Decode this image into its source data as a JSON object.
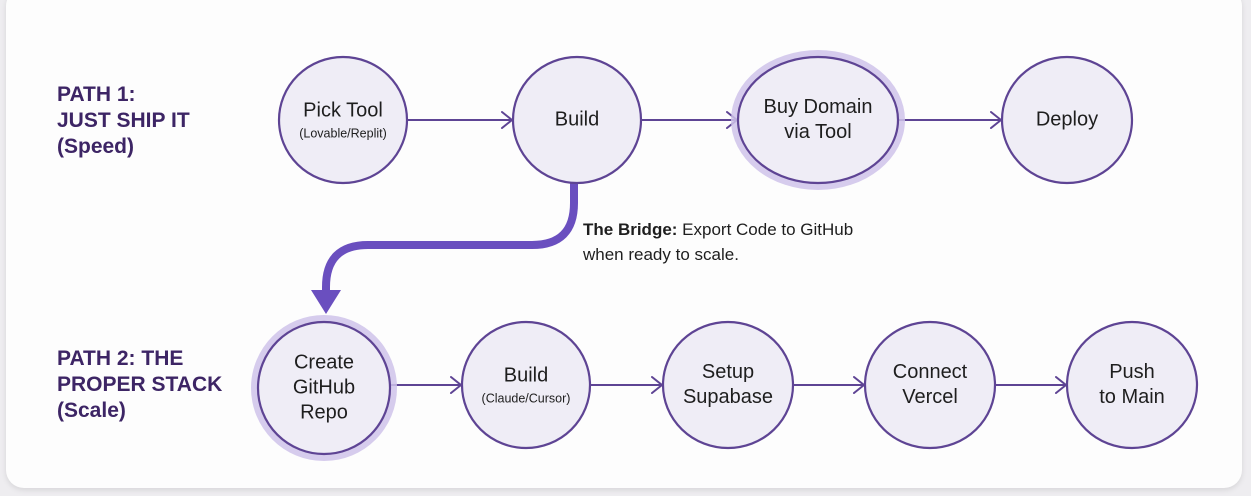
{
  "colors": {
    "accent": "#6a4fbf",
    "node_stroke": "#5e4494",
    "node_fill": "#efedf6",
    "halo": "#cfc3ea",
    "label_text": "#3d2565"
  },
  "path1": {
    "label_lines": [
      "PATH 1:",
      "JUST SHIP IT",
      "(Speed)"
    ],
    "nodes": [
      {
        "id": "pick-tool",
        "lines": [
          "Pick Tool"
        ],
        "sub": "(Lovable/Replit)",
        "highlight": false
      },
      {
        "id": "build",
        "lines": [
          "Build"
        ],
        "sub": "",
        "highlight": false
      },
      {
        "id": "buy-domain",
        "lines": [
          "Buy Domain",
          "via Tool"
        ],
        "sub": "",
        "highlight": true
      },
      {
        "id": "deploy",
        "lines": [
          "Deploy"
        ],
        "sub": "",
        "highlight": false
      }
    ]
  },
  "bridge": {
    "title": "The Bridge:",
    "text": " Export Code to GitHub when ready to scale."
  },
  "path2": {
    "label_lines": [
      "PATH 2: THE",
      "PROPER STACK",
      "(Scale)"
    ],
    "nodes": [
      {
        "id": "create-github-repo",
        "lines": [
          "Create",
          "GitHub",
          "Repo"
        ],
        "sub": "",
        "highlight": true
      },
      {
        "id": "build-claude-cursor",
        "lines": [
          "Build"
        ],
        "sub": "(Claude/Cursor)",
        "highlight": false
      },
      {
        "id": "setup-supabase",
        "lines": [
          "Setup",
          "Supabase"
        ],
        "sub": "",
        "highlight": false
      },
      {
        "id": "connect-vercel",
        "lines": [
          "Connect",
          "Vercel"
        ],
        "sub": "",
        "highlight": false
      },
      {
        "id": "push-to-main",
        "lines": [
          "Push",
          "to Main"
        ],
        "sub": "",
        "highlight": false
      }
    ]
  }
}
